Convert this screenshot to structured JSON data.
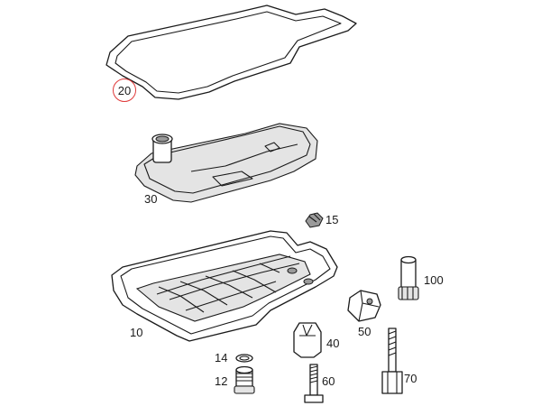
{
  "highlight_color": "#e03a3a",
  "highlighted_part": "20",
  "parts": [
    {
      "id": "gasket",
      "number": "20"
    },
    {
      "id": "filter",
      "number": "30"
    },
    {
      "id": "clip",
      "number": "15"
    },
    {
      "id": "oil-pan",
      "number": "10"
    },
    {
      "id": "tube",
      "number": "100"
    },
    {
      "id": "connector",
      "number": "50"
    },
    {
      "id": "guide-sleeve",
      "number": "40"
    },
    {
      "id": "seal-ring",
      "number": "14"
    },
    {
      "id": "drain-plug",
      "number": "12"
    },
    {
      "id": "bolt",
      "number": "60"
    },
    {
      "id": "fill-stud",
      "number": "70"
    }
  ]
}
